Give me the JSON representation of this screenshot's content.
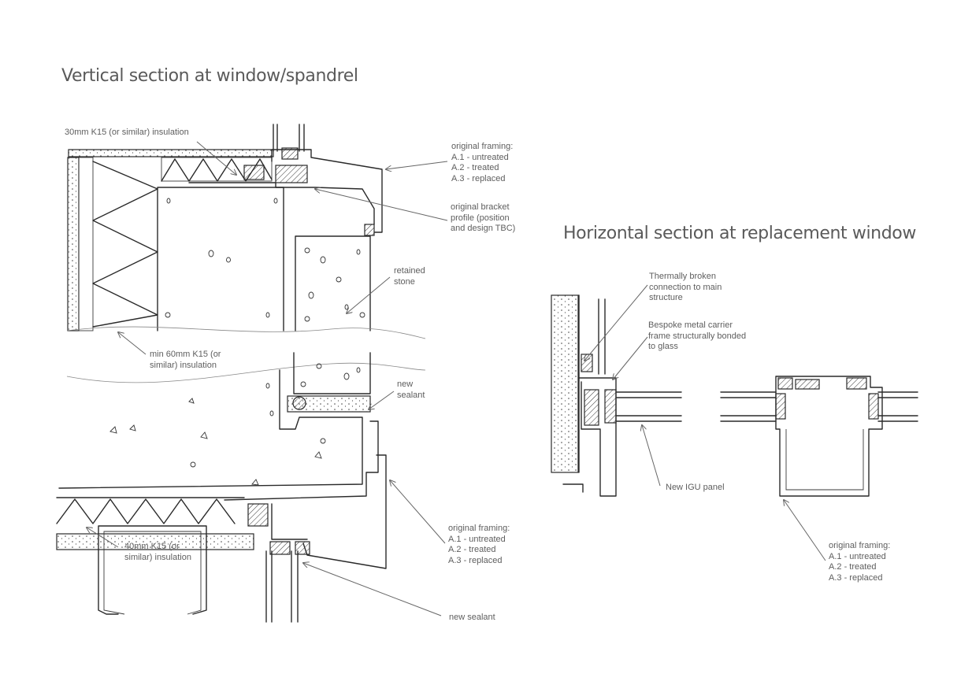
{
  "titles": {
    "vertical": "Vertical section at window/spandrel",
    "horizontal": "Horizontal section at replacement window"
  },
  "notes": {
    "insulation_30": [
      "30mm K15 (or similar) insulation"
    ],
    "framing_top": [
      "original framing:",
      "A.1 - untreated",
      "A.2 - treated",
      "A.3 - replaced"
    ],
    "bracket": [
      "original bracket",
      "profile (position",
      "and design TBC)"
    ],
    "retained_stone": [
      "retained",
      "stone"
    ],
    "insulation_60": [
      "min 60mm K15 (or",
      "similar) insulation"
    ],
    "new_sealant_mid": [
      "new",
      "sealant"
    ],
    "insulation_40": [
      "40mm K15 (or",
      "similar) insulation"
    ],
    "framing_mid": [
      "original framing:",
      "A.1 - untreated",
      "A.2 - treated",
      "A.3 - replaced"
    ],
    "new_sealant_bottom": [
      "new sealant"
    ],
    "thermal": [
      "Thermally broken",
      "connection to main",
      "structure"
    ],
    "carrier": [
      "Bespoke metal carrier",
      "frame structurally bonded",
      "to glass"
    ],
    "igu": [
      "New IGU panel"
    ],
    "framing_right": [
      "original framing:",
      "A.1 - untreated",
      "A.2 - treated",
      "A.3 - replaced"
    ]
  }
}
